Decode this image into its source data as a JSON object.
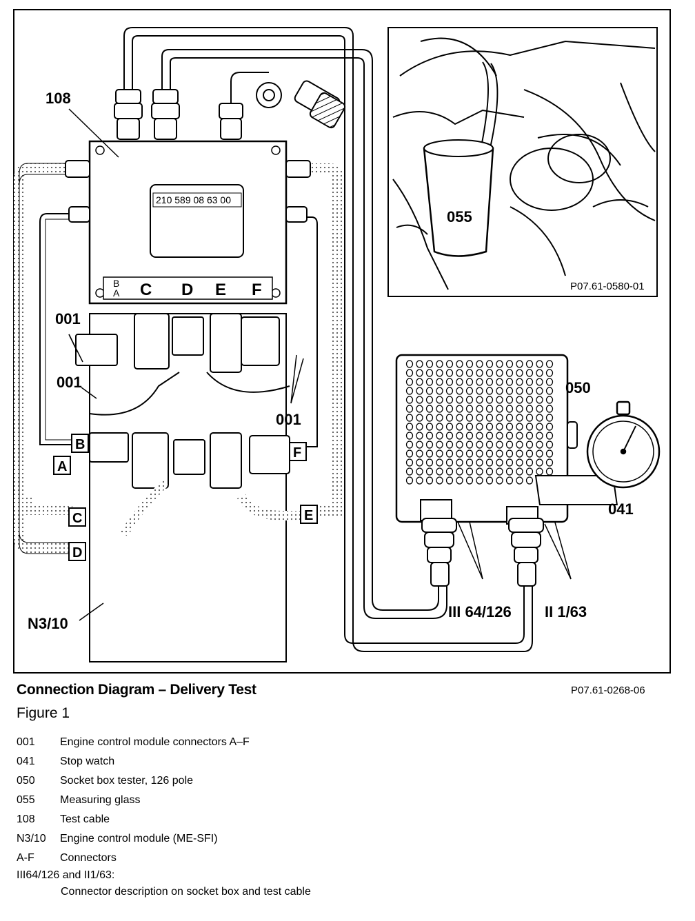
{
  "callouts": {
    "c108": "108",
    "c055": "055",
    "c050": "050",
    "c041": "041",
    "c001a": "001",
    "c001b": "001",
    "c001c": "001",
    "cN310": "N3/10",
    "cIII": "III 64/126",
    "cII": "II 1/63"
  },
  "test_cable": {
    "part_number": "210 589 08 63 00",
    "top_letters": [
      "B",
      "A",
      "C",
      "D",
      "E",
      "F"
    ]
  },
  "connector_tags": [
    "A",
    "B",
    "C",
    "D",
    "E",
    "F"
  ],
  "photo_ref": "P07.61-0580-01",
  "caption": {
    "title": "Connection Diagram – Delivery Test",
    "ref": "P07.61-0268-06",
    "figure": "Figure 1"
  },
  "legend": [
    {
      "key": "001",
      "text": "Engine control module connectors A–F"
    },
    {
      "key": "041",
      "text": "Stop watch"
    },
    {
      "key": "050",
      "text": "Socket box tester, 126 pole"
    },
    {
      "key": "055",
      "text": "Measuring glass"
    },
    {
      "key": "108",
      "text": "Test cable"
    },
    {
      "key": "N3/10",
      "text": "Engine control module (ME-SFI)"
    },
    {
      "key": "A-F",
      "text": "Connectors"
    }
  ],
  "legend_footnote": "III64/126 and II1/63:",
  "legend_footnote_desc": "Connector description on socket box and test cable"
}
